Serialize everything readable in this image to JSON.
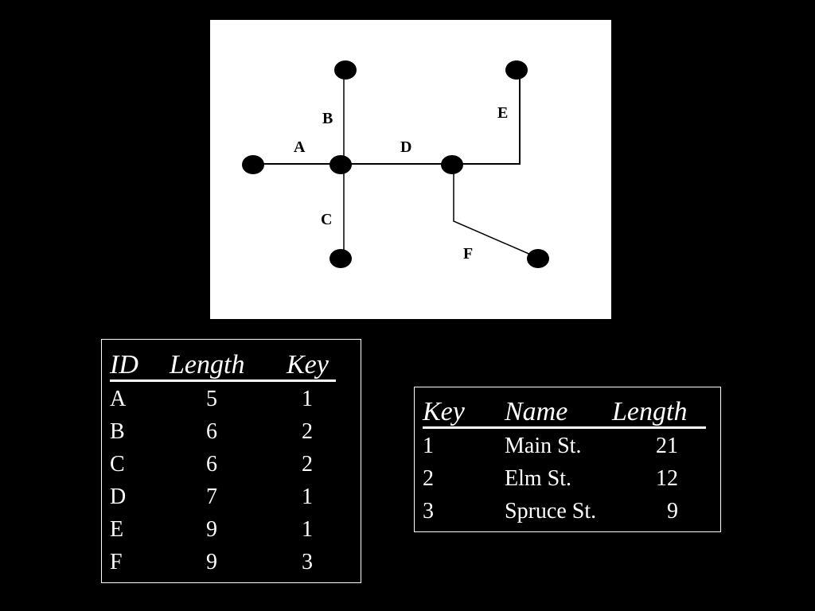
{
  "network": {
    "segments": [
      {
        "id": "A"
      },
      {
        "id": "B"
      },
      {
        "id": "C"
      },
      {
        "id": "D"
      },
      {
        "id": "E"
      },
      {
        "id": "F"
      }
    ]
  },
  "segments_table": {
    "headers": [
      "ID",
      "Length",
      "Key"
    ],
    "rows": [
      [
        "A",
        "5",
        "1"
      ],
      [
        "B",
        "6",
        "2"
      ],
      [
        "C",
        "6",
        "2"
      ],
      [
        "D",
        "7",
        "1"
      ],
      [
        "E",
        "9",
        "1"
      ],
      [
        "F",
        "9",
        "3"
      ]
    ]
  },
  "streets_table": {
    "headers": [
      "Key",
      "Name",
      "Length"
    ],
    "rows": [
      [
        "1",
        "Main St.",
        "21"
      ],
      [
        "2",
        "Elm St.",
        "12"
      ],
      [
        "3",
        "Spruce St.",
        "9"
      ]
    ]
  },
  "colors": {
    "background": "#000000",
    "panel": "#ffffff",
    "line": "#000000",
    "text": "#ffffff"
  }
}
